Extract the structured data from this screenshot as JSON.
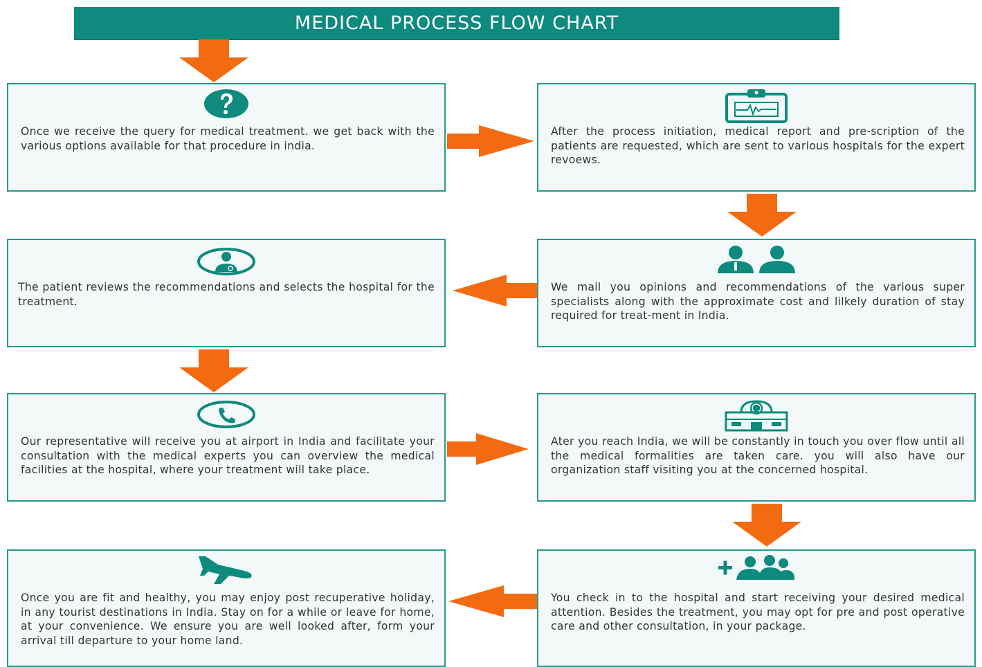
{
  "title": "MEDICAL PROCESS FLOW CHART",
  "colors": {
    "teal": "#0e8a7e",
    "orange": "#f26b12",
    "box_bg": "#f2f9f8",
    "border": "#2a9a8c"
  },
  "steps": [
    {
      "icon": "question-icon",
      "text": "Once we receive the query for medical treatment. we get back with the various options available for that procedure in india."
    },
    {
      "icon": "clipboard-heartbeat-icon",
      "text": "After the process initiation, medical report and pre-scription of the patients are requested, which are sent to various hospitals for the expert  revoews."
    },
    {
      "icon": "specialists-icon",
      "text": "We mail you opinions and recommendations of the various super specialists along with the approximate cost and lilkely duration of stay required for treat-ment  in India."
    },
    {
      "icon": "doctor-icon",
      "text": "The patient reviews the recommendations and selects the hospital for the treatment."
    },
    {
      "icon": "phone-icon",
      "text": "Our representative will receive you at airport in India and facilitate your consultation with the medical experts you can overview the medical facilities at the hospital, where your treatment will take place."
    },
    {
      "icon": "hospital-icon",
      "text": "Ater you reach India, we will be constantly in touch you over flow until all the medical formalities are taken care. you will also have our organization staff visiting you at the concerned hospital."
    },
    {
      "icon": "add-group-icon",
      "text": "You check in to the hospital and start receiving your desired medical attention. Besides the treatment, you may opt for pre and post operative care and other consultation, in your package."
    },
    {
      "icon": "airplane-icon",
      "text": "Once you are fit and healthy, you may enjoy post recuperative holiday, in any tourist destinations in India. Stay on for a while or leave for home, at your convenience. We ensure you are well looked after, form your arrival till departure to your home land."
    }
  ]
}
